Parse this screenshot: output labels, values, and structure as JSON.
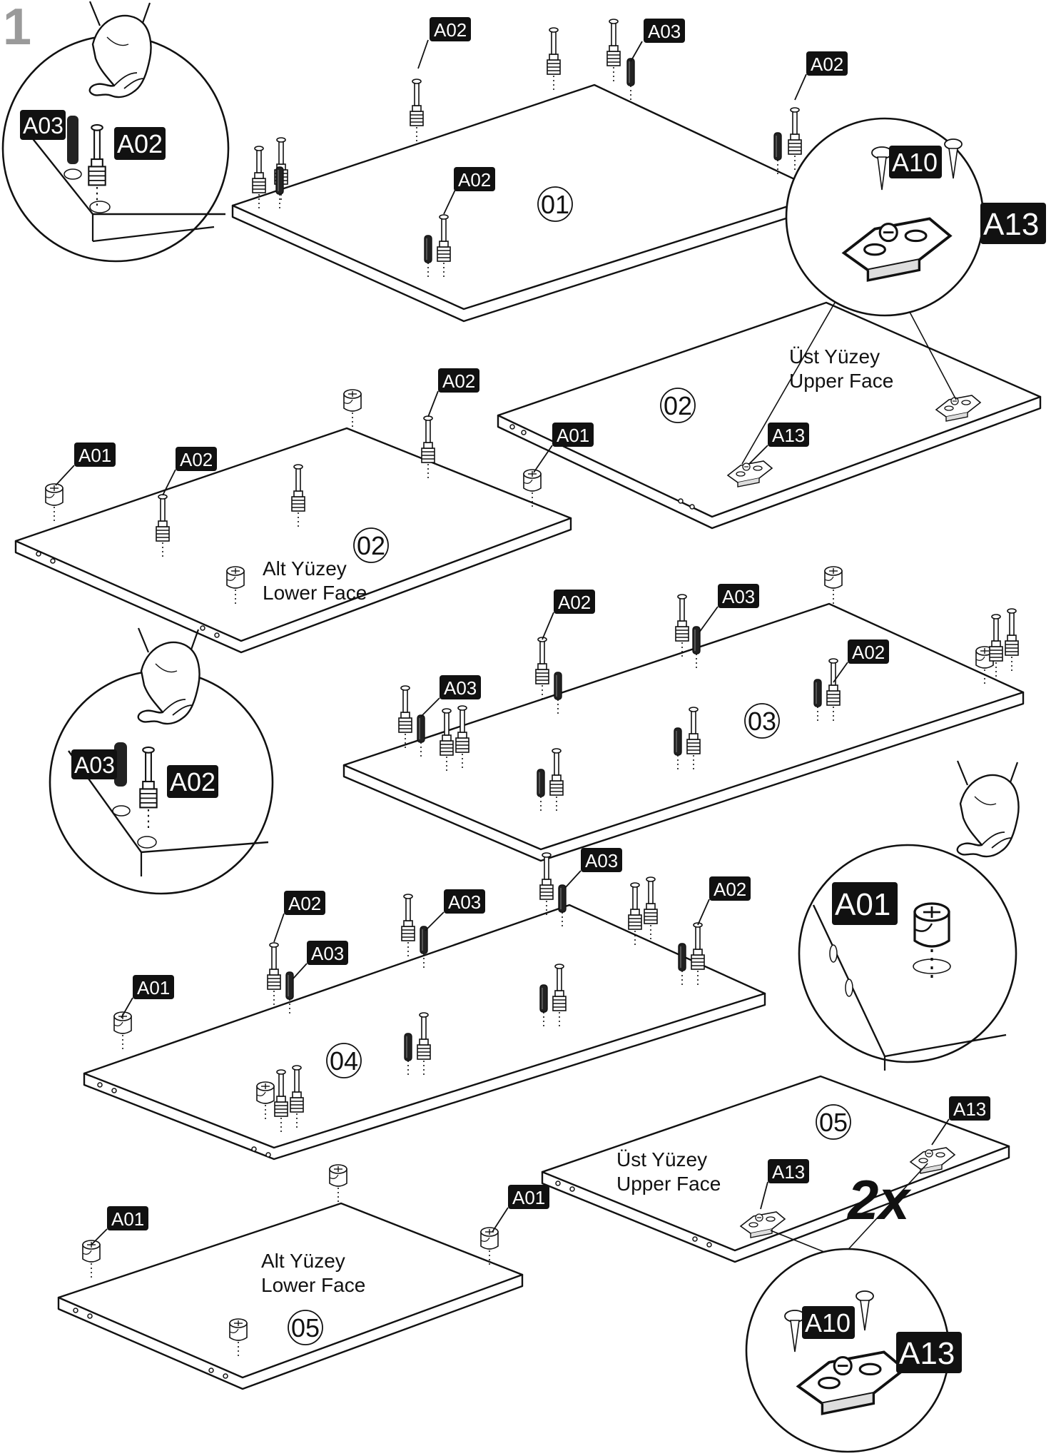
{
  "step_number": "1",
  "panels": {
    "p01": {
      "number": "01"
    },
    "p02_upper": {
      "number": "02",
      "face_tr": "Üst Yüzey",
      "face_en": "Upper Face"
    },
    "p02_lower": {
      "number": "02",
      "face_tr": "Alt Yüzey",
      "face_en": "Lower Face"
    },
    "p03": {
      "number": "03"
    },
    "p04": {
      "number": "04"
    },
    "p05_upper": {
      "number": "05",
      "face_tr": "Üst Yüzey",
      "face_en": "Upper Face"
    },
    "p05_lower": {
      "number": "05",
      "face_tr": "Alt Yüzey",
      "face_en": "Lower Face"
    }
  },
  "parts": {
    "a01": "A01",
    "a02": "A02",
    "a03": "A03",
    "a10": "A10",
    "a13": "A13"
  },
  "multiplier": "2x"
}
